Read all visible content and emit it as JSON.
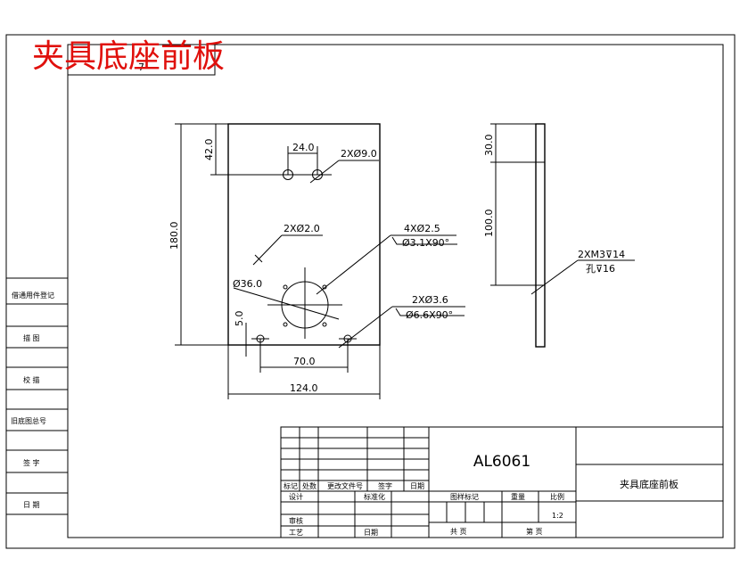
{
  "title": {
    "text": "夹具底座前板",
    "color": "#e0100c"
  },
  "corner_box_text": "7",
  "side_panel": {
    "cells": [
      "借通用件登记",
      "描 图",
      "校 描",
      "旧底图总号",
      "签 字",
      "日 期"
    ]
  },
  "front_view": {
    "dims": {
      "d42": "42.0",
      "d24": "24.0",
      "holes_a": "2XØ9.0",
      "d180": "180.0",
      "holes_b": "2XØ2.0",
      "holes_c": "4XØ2.5",
      "holes_c2": "Ø3.1X90°",
      "d36": "Ø36.0",
      "holes_d": "2XØ3.6",
      "holes_d2": "Ø6.6X90°",
      "d5": "5.0",
      "d70": "70.0",
      "d124": "124.0"
    }
  },
  "side_view": {
    "dims": {
      "d30": "30.0",
      "d100": "100.0",
      "thread": "2XM3⊽14",
      "thread2": "孔⊽16"
    }
  },
  "title_block": {
    "material": "AL6061",
    "part_name": "夹具底座前板",
    "labels": {
      "mark": "标记",
      "count": "处数",
      "change_doc": "更改文件号",
      "sign": "签字",
      "date": "日期",
      "design": "设计",
      "standard": "标准化",
      "review": "审核",
      "process": "工艺",
      "date2": "日期",
      "stage_mark": "图样标记",
      "weight": "重量",
      "scale": "比例",
      "scale_val": "1:2",
      "sheets_total": "共 页",
      "sheet_no": "第 页"
    }
  }
}
